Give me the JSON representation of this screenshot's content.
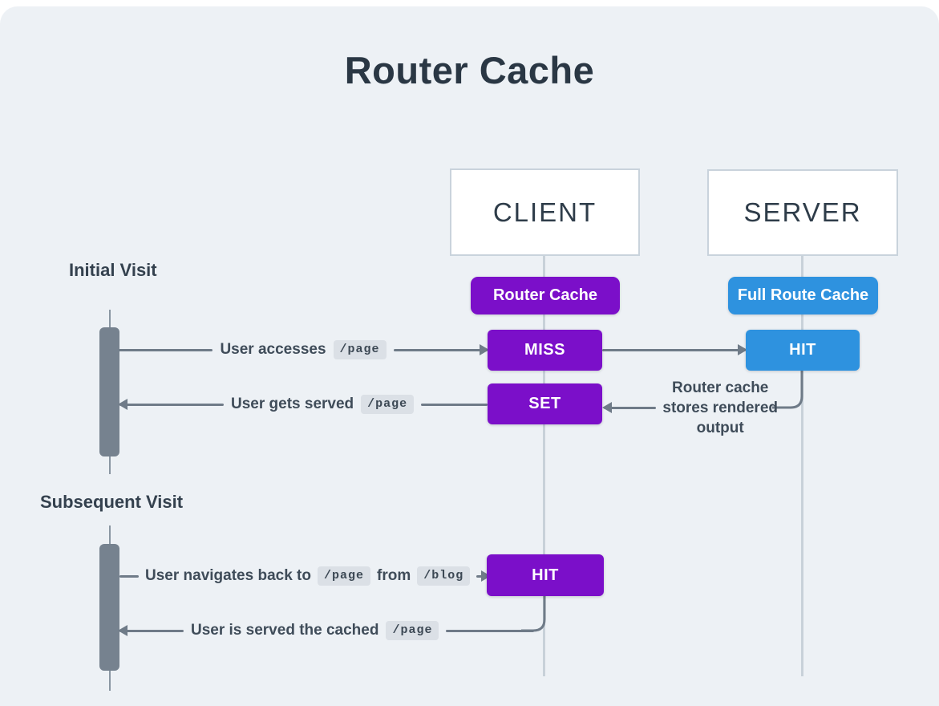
{
  "title": "Router Cache",
  "client": {
    "label": "CLIENT",
    "cache_label": "Router Cache"
  },
  "server": {
    "label": "SERVER",
    "cache_label": "Full Route Cache"
  },
  "sections": {
    "initial": "Initial Visit",
    "subsequent": "Subsequent Visit"
  },
  "flows": {
    "initial_request": {
      "label": "User accesses",
      "path": "/page",
      "client_status": "MISS",
      "server_status": "HIT"
    },
    "initial_response": {
      "label": "User gets served",
      "path": "/page",
      "client_status": "SET"
    },
    "server_note": {
      "line1": "Router cache",
      "line2": "stores rendered",
      "line3": "output"
    },
    "subsequent_request": {
      "label": "User navigates back to",
      "path": "/page",
      "mid_label": "from",
      "path2": "/blog",
      "client_status": "HIT"
    },
    "subsequent_response": {
      "label": "User is served the cached",
      "path": "/page"
    }
  },
  "colors": {
    "background": "#EDF1F5",
    "router_cache_purple": "#7B0FC9",
    "full_route_cache_blue": "#2E92DF",
    "arrow_line": "#6F7B88",
    "lifeline": "#C8D1D9",
    "activation_bar": "#76828F",
    "title_text": "#2A3744",
    "code_chip_bg": "#DBE0E6"
  }
}
